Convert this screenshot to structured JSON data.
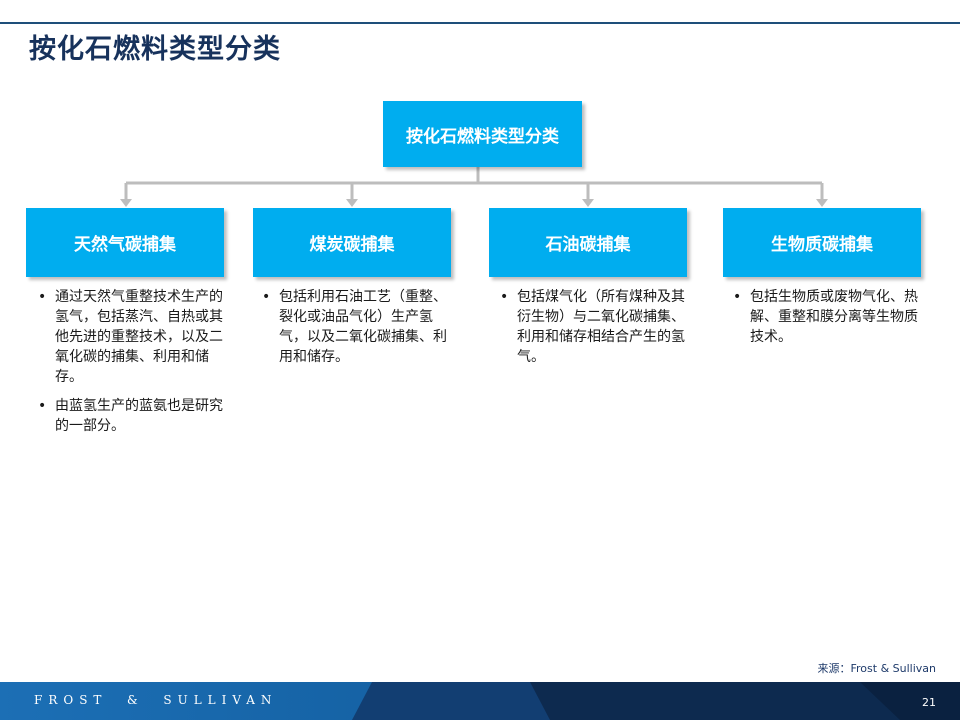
{
  "title": "按化石燃料类型分类",
  "root": {
    "label": "按化石燃料类型分类"
  },
  "categories": [
    {
      "label": "天然气碳捕集",
      "bullets": [
        "通过天然气重整技术生产的氢气，包括蒸汽、自热或其他先进的重整技术，以及二氧化碳的捕集、利用和储存。",
        "由蓝氢生产的蓝氨也是研究的一部分。"
      ]
    },
    {
      "label": "煤炭碳捕集",
      "bullets": [
        "包括利用石油工艺（重整、裂化或油品气化）生产氢气，以及二氧化碳捕集、利用和储存。"
      ]
    },
    {
      "label": "石油碳捕集",
      "bullets": [
        "包括煤气化（所有煤种及其衍生物）与二氧化碳捕集、利用和储存相结合产生的氢气。"
      ]
    },
    {
      "label": "生物质碳捕集",
      "bullets": [
        "包括生物质或废物气化、热解、重整和膜分离等生物质技术。"
      ]
    }
  ],
  "source": "来源：Frost & Sullivan",
  "footer": {
    "brand": "FROST  &  SULLIVAN",
    "page_number": "21"
  },
  "colors": {
    "box": "#00adef",
    "title": "#17325c",
    "connector": "#bdbdbd",
    "footer_light": "#0a5a9c",
    "footer_dark": "#0d2a4f"
  }
}
